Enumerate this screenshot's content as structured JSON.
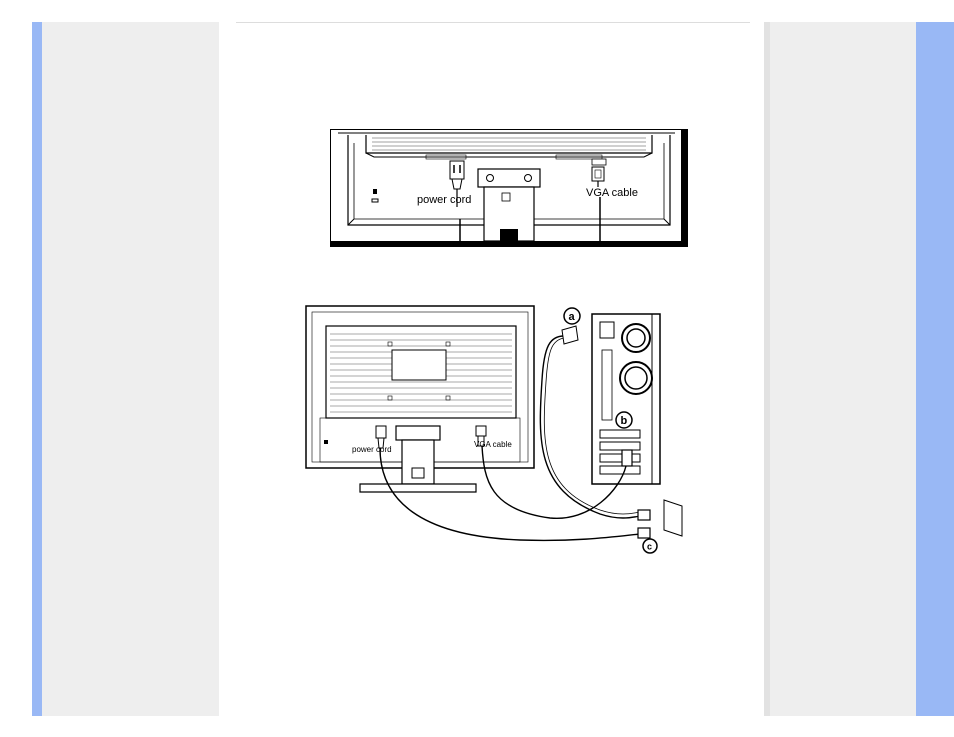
{
  "figure_top": {
    "power_label": "power cord",
    "vga_label": "VGA cable"
  },
  "figure_bottom": {
    "power_label": "power cord",
    "vga_label": "VGA cable",
    "callout_a": "a",
    "callout_b": "b",
    "callout_c": "c"
  },
  "colors": {
    "sidebar_accent": "#99b8f5",
    "panel_bg": "#eeeeee"
  }
}
